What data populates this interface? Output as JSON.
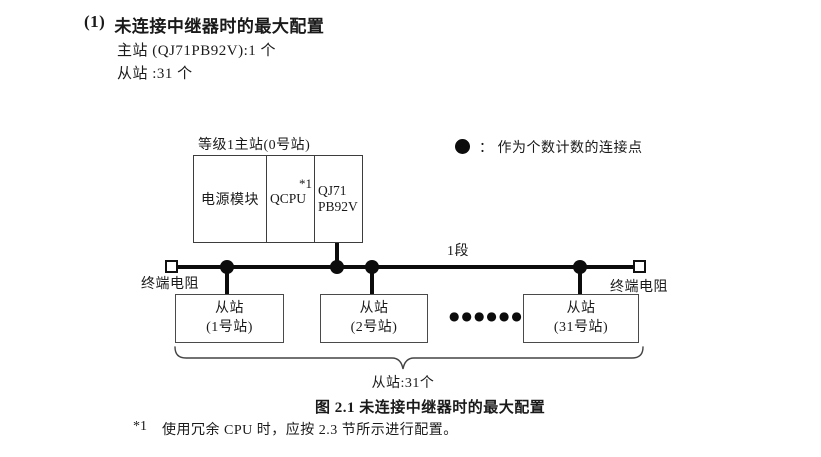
{
  "header": {
    "index": "(1)",
    "title": "未连接中继器时的最大配置",
    "spec_lines": [
      "主站 (QJ71PB92V):1 个",
      "从站 :31 个"
    ]
  },
  "legend": {
    "text": "：  作为个数计数的连接点"
  },
  "diagram": {
    "master_label": "等级1主站(0号站)",
    "modules": {
      "power": "电源模块",
      "cpu": "QCPU",
      "cpu_note": "*1",
      "network": "QJ71\nPB92V"
    },
    "segment_label": "1段",
    "terminator_left": "终端电阻",
    "terminator_right": "终端电阻",
    "slaves": [
      {
        "name": "从站",
        "station": "(1号站)"
      },
      {
        "name": "从站",
        "station": "(2号站)"
      },
      {
        "name": "从站",
        "station": "(31号站)"
      }
    ],
    "ellipsis": "●●●●●●",
    "brace_label": "从站:31个"
  },
  "caption": "图 2.1 未连接中继器时的最大配置",
  "footnote": {
    "marker": "*1",
    "text": "使用冗余 CPU 时，应按 2.3 节所示进行配置。"
  },
  "colors": {
    "ink": "#0c0c0c",
    "border": "#3d3d3d",
    "background": "#ffffff"
  }
}
